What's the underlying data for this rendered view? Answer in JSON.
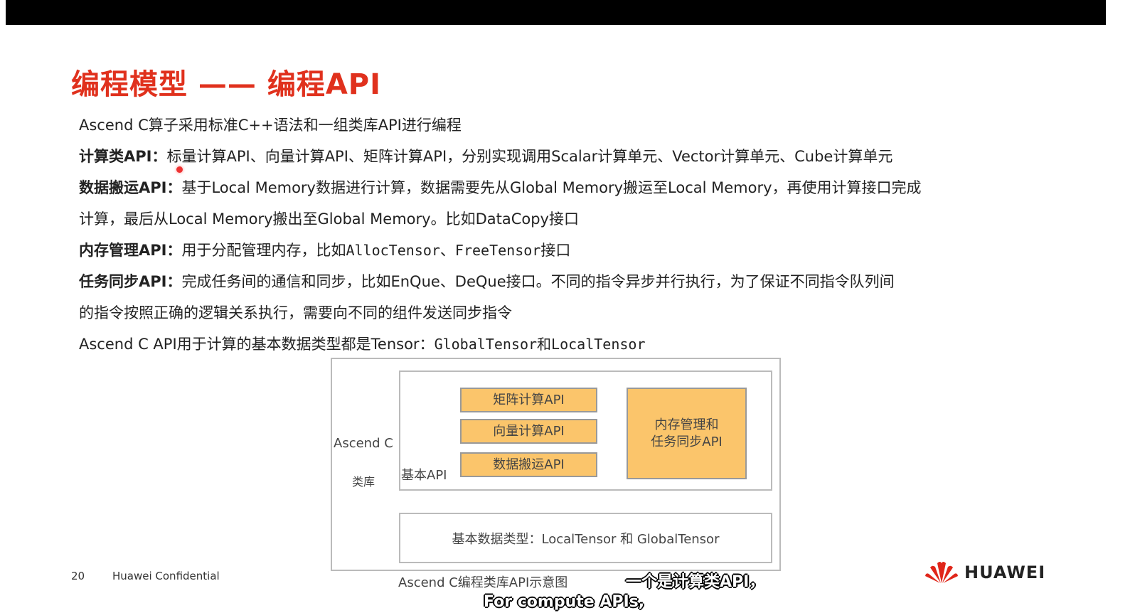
{
  "title": "编程模型 —— 编程API",
  "lines": {
    "l1": "Ascend C算子采用标准C++语法和一组类库API进行编程",
    "l2_label": "计算类API：",
    "l2_text": "标量计算API、向量计算API、矩阵计算API，分别实现调用Scalar计算单元、Vector计算单元、Cube计算单元",
    "l3_label": "数据搬运API：",
    "l3_text": "基于Local Memory数据进行计算，数据需要先从Global Memory搬运至Local Memory，再使用计算接口完成",
    "l4": "计算，最后从Local Memory搬出至Global Memory。比如DataCopy接口",
    "l5_label": "内存管理API：",
    "l5_text1": "用于分配管理内存，比如",
    "l5_code1": "AllocTensor",
    "l5_sep": "、",
    "l5_code2": "FreeTensor",
    "l5_text2": "接口",
    "l6_label": "任务同步API：",
    "l6_text": "完成任务间的通信和同步，比如EnQue、DeQue接口。不同的指令异步并行执行，为了保证不同指令队列间",
    "l7": "的指令按照正确的逻辑关系执行，需要向不同的组件发送同步指令",
    "l8_text": "Ascend C API用于计算的基本数据类型都是Tensor：",
    "l8_code": "GlobalTensor和LocalTensor"
  },
  "diagram": {
    "outer_label_1": "Ascend C",
    "outer_label_2": "类库",
    "basic_api_label": "基本API",
    "matrix": "矩阵计算API",
    "vector": "向量计算API",
    "datamove": "数据搬运API",
    "memsync_1": "内存管理和",
    "memsync_2": "任务同步API",
    "datatypes": "基本数据类型：LocalTensor 和 GlobalTensor",
    "caption": "Ascend C编程类库API示意图"
  },
  "footer": {
    "page": "20",
    "confidential": "Huawei Confidential",
    "brand": "HUAWEI"
  },
  "subtitle": {
    "zh": "一个是计算类API，",
    "en": "For compute APIs,"
  },
  "colors": {
    "title": "#e0311d",
    "box_fill": "#fbc56b"
  }
}
